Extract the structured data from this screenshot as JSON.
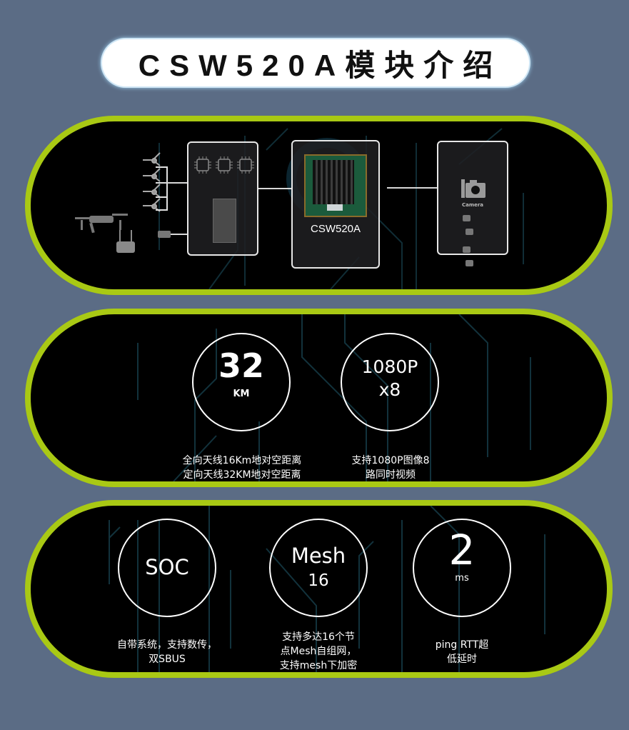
{
  "title": "CSW520A模块介绍",
  "colors": {
    "background": "#5b6c85",
    "panel_border": "#a9c914",
    "panel_fill": "#000000",
    "circuit_lines": "#12323c",
    "text": "#ffffff"
  },
  "diagram": {
    "module_label": "CSW520A",
    "camera_label": "Camera",
    "icons": [
      "drone-icon",
      "remote-controller-icon",
      "propeller-icon",
      "power-adapter-icon",
      "chip-icon",
      "camera-icon"
    ]
  },
  "features_row1": [
    {
      "value": "32",
      "unit": "KM",
      "desc_lines": [
        "全向天线16Km地对空距离",
        "定向天线32KM地对空距离"
      ]
    },
    {
      "value": "1080P",
      "unit": "x8",
      "desc_lines": [
        "支持1080P图像8",
        "路同时视频"
      ]
    }
  ],
  "features_row2": [
    {
      "value": "SOC",
      "unit": "",
      "desc_lines": [
        "自带系统，支持数传，",
        "双SBUS"
      ]
    },
    {
      "value": "Mesh",
      "unit": "16",
      "desc_lines": [
        "支持多达16个节",
        "点Mesh自组网，",
        "支持mesh下加密"
      ]
    },
    {
      "value": "2",
      "unit": "ms",
      "desc_lines": [
        "ping RTT超",
        "低延时"
      ]
    }
  ]
}
